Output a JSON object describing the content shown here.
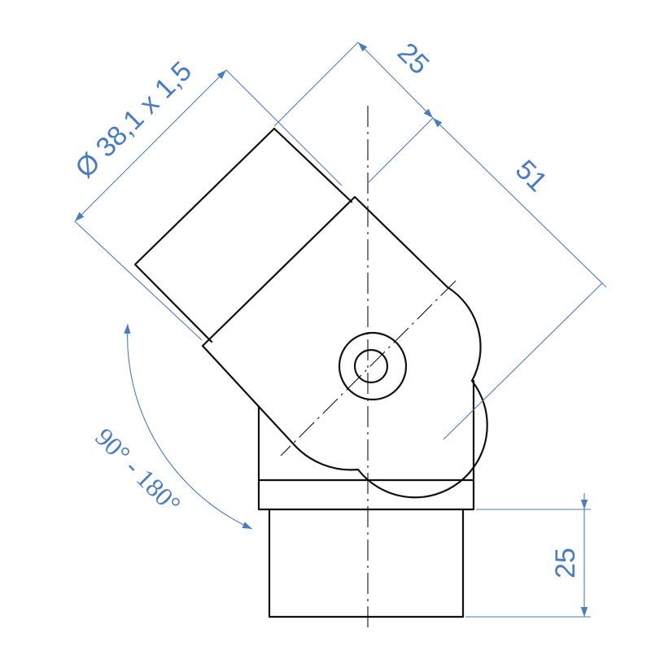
{
  "dimensions": {
    "tube_diameter": "Ø 38,1 x 1,5",
    "offset_top": "25",
    "length_arm": "51",
    "length_bottom": "25",
    "angle_range": "90° - 180°"
  },
  "colors": {
    "outline": "#111111",
    "dimension": "#4a7cc0",
    "background": "#ffffff"
  }
}
